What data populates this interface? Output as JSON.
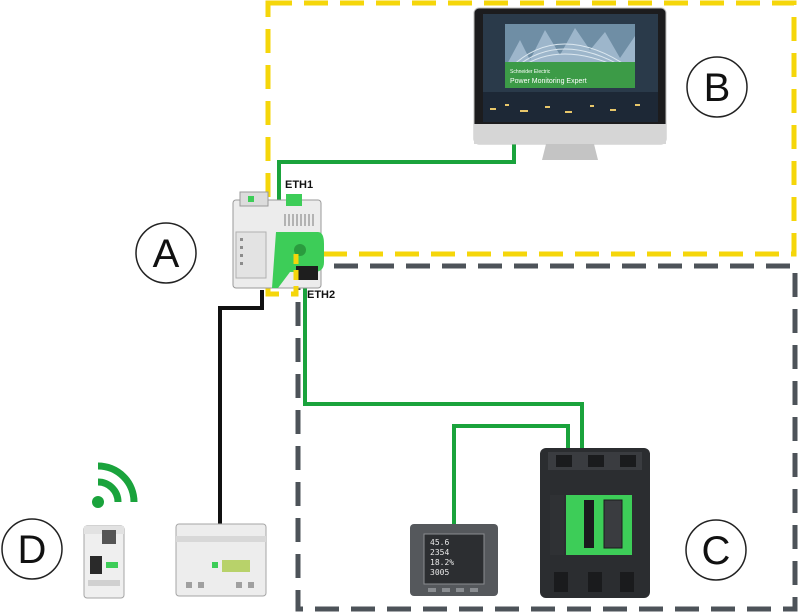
{
  "ports": {
    "eth1": "ETH1",
    "eth2": "ETH2"
  },
  "callouts": {
    "a": "A",
    "b": "B",
    "c": "C",
    "d": "D"
  },
  "monitor": {
    "brand": "Schneider Electric",
    "product": "Power Monitoring Expert"
  },
  "pm_display": {
    "line1": "45.6",
    "line2": "2354",
    "line3": "18.2%",
    "line4": "3005"
  },
  "colors": {
    "zone_b_border": "#f5d60a",
    "zone_c_border": "#4d5359",
    "cable_ethernet": "#1aa33c",
    "cable_serial": "#111111",
    "accent_green": "#3dcd58"
  },
  "icons": {
    "wireless": "wifi-icon"
  }
}
